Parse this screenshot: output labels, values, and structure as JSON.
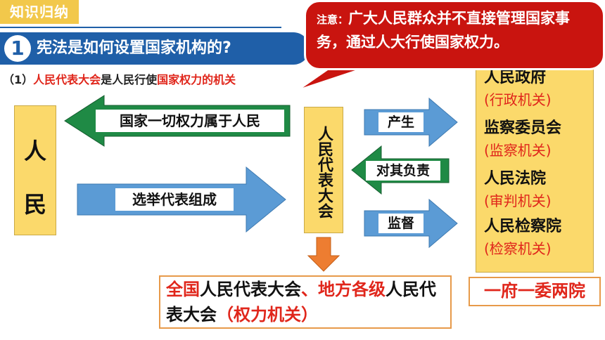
{
  "header": {
    "tag": "知识归纳",
    "section_number": "1",
    "section_title": "宪法是如何设置国家机构的?"
  },
  "subline": {
    "prefix": "（1）",
    "highlight1": "人民代表大会",
    "middle": "是人民行使",
    "highlight2": "国家权力的机关"
  },
  "people": {
    "char1": "人",
    "char2": "民"
  },
  "arrows": {
    "top_left": "国家一切权力属于人民",
    "bottom_left": "选举代表组成",
    "produce": "产生",
    "responsible": "对其负责",
    "supervise": "监督"
  },
  "npc": {
    "label": "人民代表大会"
  },
  "organs": [
    {
      "name": "人民政府",
      "type": "(行政机关)"
    },
    {
      "name": "监察委员会",
      "type": "(监察机关)"
    },
    {
      "name": "人民法院",
      "type": "(审判机关)"
    },
    {
      "name": "人民检察院",
      "type": "(检察机关)"
    }
  ],
  "bottom": {
    "part1": "全国",
    "part2": "人民代表大会",
    "part3": "、地方各级",
    "part4": "人民代表大会",
    "part5": "（权力机关）"
  },
  "right_bottom": "一府一委两院",
  "note": {
    "label": "注意：",
    "text": "广大人民群众并不直接管理国家事务，通过人大行使国家权力。"
  },
  "colors": {
    "blue": "#1f5fa8",
    "yellow": "#fbd96b",
    "red": "#e0261b",
    "green": "#1f8a45",
    "arrow_blue": "#5b9bd5",
    "orange": "#ed7d31"
  }
}
